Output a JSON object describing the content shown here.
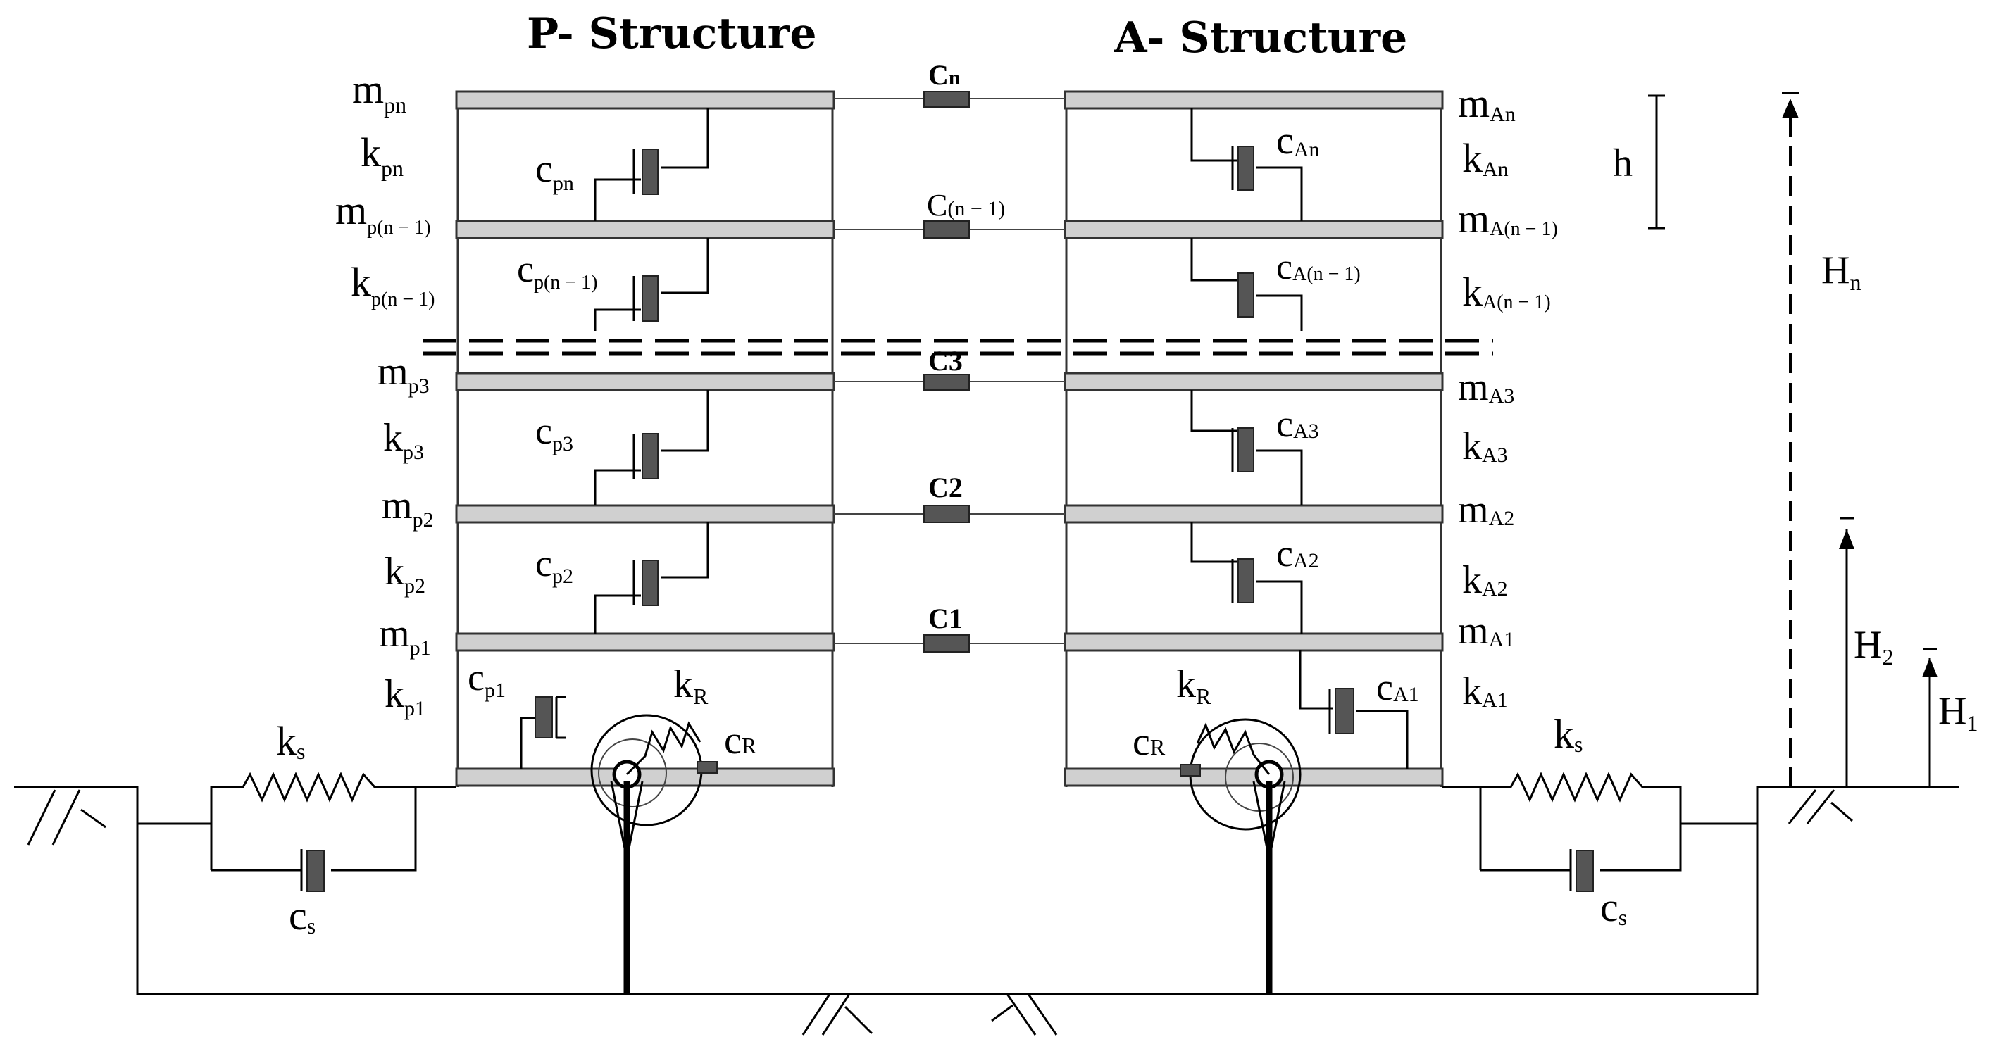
{
  "titles": {
    "p_structure": "P- Structure",
    "a_structure": "A- Structure"
  },
  "p_labels": {
    "m_pn": {
      "b": "m",
      "s": "pn"
    },
    "k_pn": {
      "b": "k",
      "s": "pn"
    },
    "m_pn1": {
      "b": "m",
      "s": "p(n − 1)"
    },
    "k_pn1": {
      "b": "k",
      "s": "p(n − 1)"
    },
    "m_p3": {
      "b": "m",
      "s": "p3"
    },
    "k_p3": {
      "b": "k",
      "s": "p3"
    },
    "m_p2": {
      "b": "m",
      "s": "p2"
    },
    "k_p2": {
      "b": "k",
      "s": "p2"
    },
    "m_p1": {
      "b": "m",
      "s": "p1"
    },
    "k_p1": {
      "b": "k",
      "s": "p1"
    },
    "c_pn": {
      "b": "c",
      "s": "pn"
    },
    "c_pn1": {
      "b": "c",
      "s": "p(n − 1)"
    },
    "c_p3": {
      "b": "c",
      "s": "p3"
    },
    "c_p2": {
      "b": "c",
      "s": "p2"
    },
    "c_p1": {
      "b": "c",
      "s": "p1"
    }
  },
  "a_labels": {
    "m_an": {
      "b": "m",
      "s": "An"
    },
    "k_an": {
      "b": "k",
      "s": "An"
    },
    "m_an1": {
      "b": "m",
      "s": "A(n − 1)"
    },
    "k_an1": {
      "b": "k",
      "s": "A(n − 1)"
    },
    "m_a3": {
      "b": "m",
      "s": "A3"
    },
    "k_a3": {
      "b": "k",
      "s": "A3"
    },
    "m_a2": {
      "b": "m",
      "s": "A2"
    },
    "k_a2": {
      "b": "k",
      "s": "A2"
    },
    "m_a1": {
      "b": "m",
      "s": "A1"
    },
    "k_a1": {
      "b": "k",
      "s": "A1"
    },
    "c_an": {
      "b": "c",
      "s": "An"
    },
    "c_an1": {
      "b": "c",
      "s": "A(n − 1)"
    },
    "c_a3": {
      "b": "c",
      "s": "A3"
    },
    "c_a2": {
      "b": "c",
      "s": "A2"
    },
    "c_a1": {
      "b": "c",
      "s": "A1"
    }
  },
  "connectors": {
    "cn": {
      "b": "C",
      "s": "n"
    },
    "cn1": {
      "b": "C",
      "s": "(n − 1)"
    },
    "c3": "C3",
    "c2": "C2",
    "c1": "C1"
  },
  "foundation": {
    "kr_left": {
      "b": "k",
      "s": "R"
    },
    "cr_left": {
      "b": "c",
      "s": "R"
    },
    "kr_right": {
      "b": "k",
      "s": "R"
    },
    "cr_right": {
      "b": "c",
      "s": "R"
    },
    "ks_left": {
      "b": "k",
      "s": "s"
    },
    "cs_left": {
      "b": "c",
      "s": "s"
    },
    "ks_right": {
      "b": "k",
      "s": "s"
    },
    "cs_right": {
      "b": "c",
      "s": "s"
    }
  },
  "heights": {
    "h": "h",
    "hn": {
      "b": "H",
      "s": "n"
    },
    "h2": {
      "b": "H",
      "s": "2"
    },
    "h1": {
      "b": "H",
      "s": "1"
    }
  },
  "colors": {
    "slab": "#d0d0d0",
    "damper": "#555555",
    "line": "#000000"
  }
}
